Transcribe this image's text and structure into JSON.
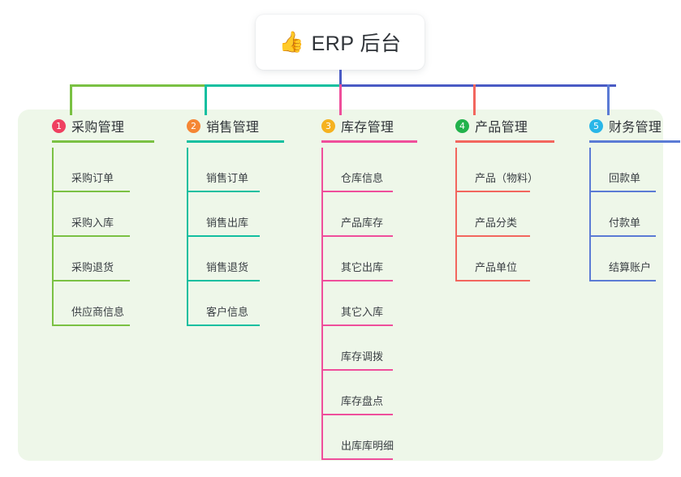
{
  "diagram": {
    "title": "ERP 后台",
    "root": {
      "icon": "thumbs-up-emoji",
      "icon_glyph": "👍",
      "label": "ERP 后台"
    },
    "canvas_color": "#ffffff",
    "panel_color": "#eef7e9",
    "bus_colors": [
      "#7ac143",
      "#12bfa0",
      "#4a5bc4"
    ],
    "root_drop_color": "#4a5bc4",
    "columns": [
      {
        "number": "1",
        "label": "采购管理",
        "badge_color": "#ef4060",
        "line_color": "#7ac143",
        "items": [
          "采购订单",
          "采购入库",
          "采购退货",
          "供应商信息"
        ]
      },
      {
        "number": "2",
        "label": "销售管理",
        "badge_color": "#f58634",
        "line_color": "#12bfa0",
        "items": [
          "销售订单",
          "销售出库",
          "销售退货",
          "客户信息"
        ]
      },
      {
        "number": "3",
        "label": "库存管理",
        "badge_color": "#f5b220",
        "line_color": "#ef4e9b",
        "items": [
          "仓库信息",
          "产品库存",
          "其它出库",
          "其它入库",
          "库存调拨",
          "库存盘点",
          "出库库明细"
        ]
      },
      {
        "number": "4",
        "label": "产品管理",
        "badge_color": "#22b24c",
        "line_color": "#f2665e",
        "items": [
          "产品（物料）",
          "产品分类",
          "产品单位"
        ]
      },
      {
        "number": "5",
        "label": "财务管理",
        "badge_color": "#29b6e8",
        "line_color": "#5b7bd5",
        "items": [
          "回款单",
          "付款单",
          "结算账户"
        ]
      }
    ]
  }
}
